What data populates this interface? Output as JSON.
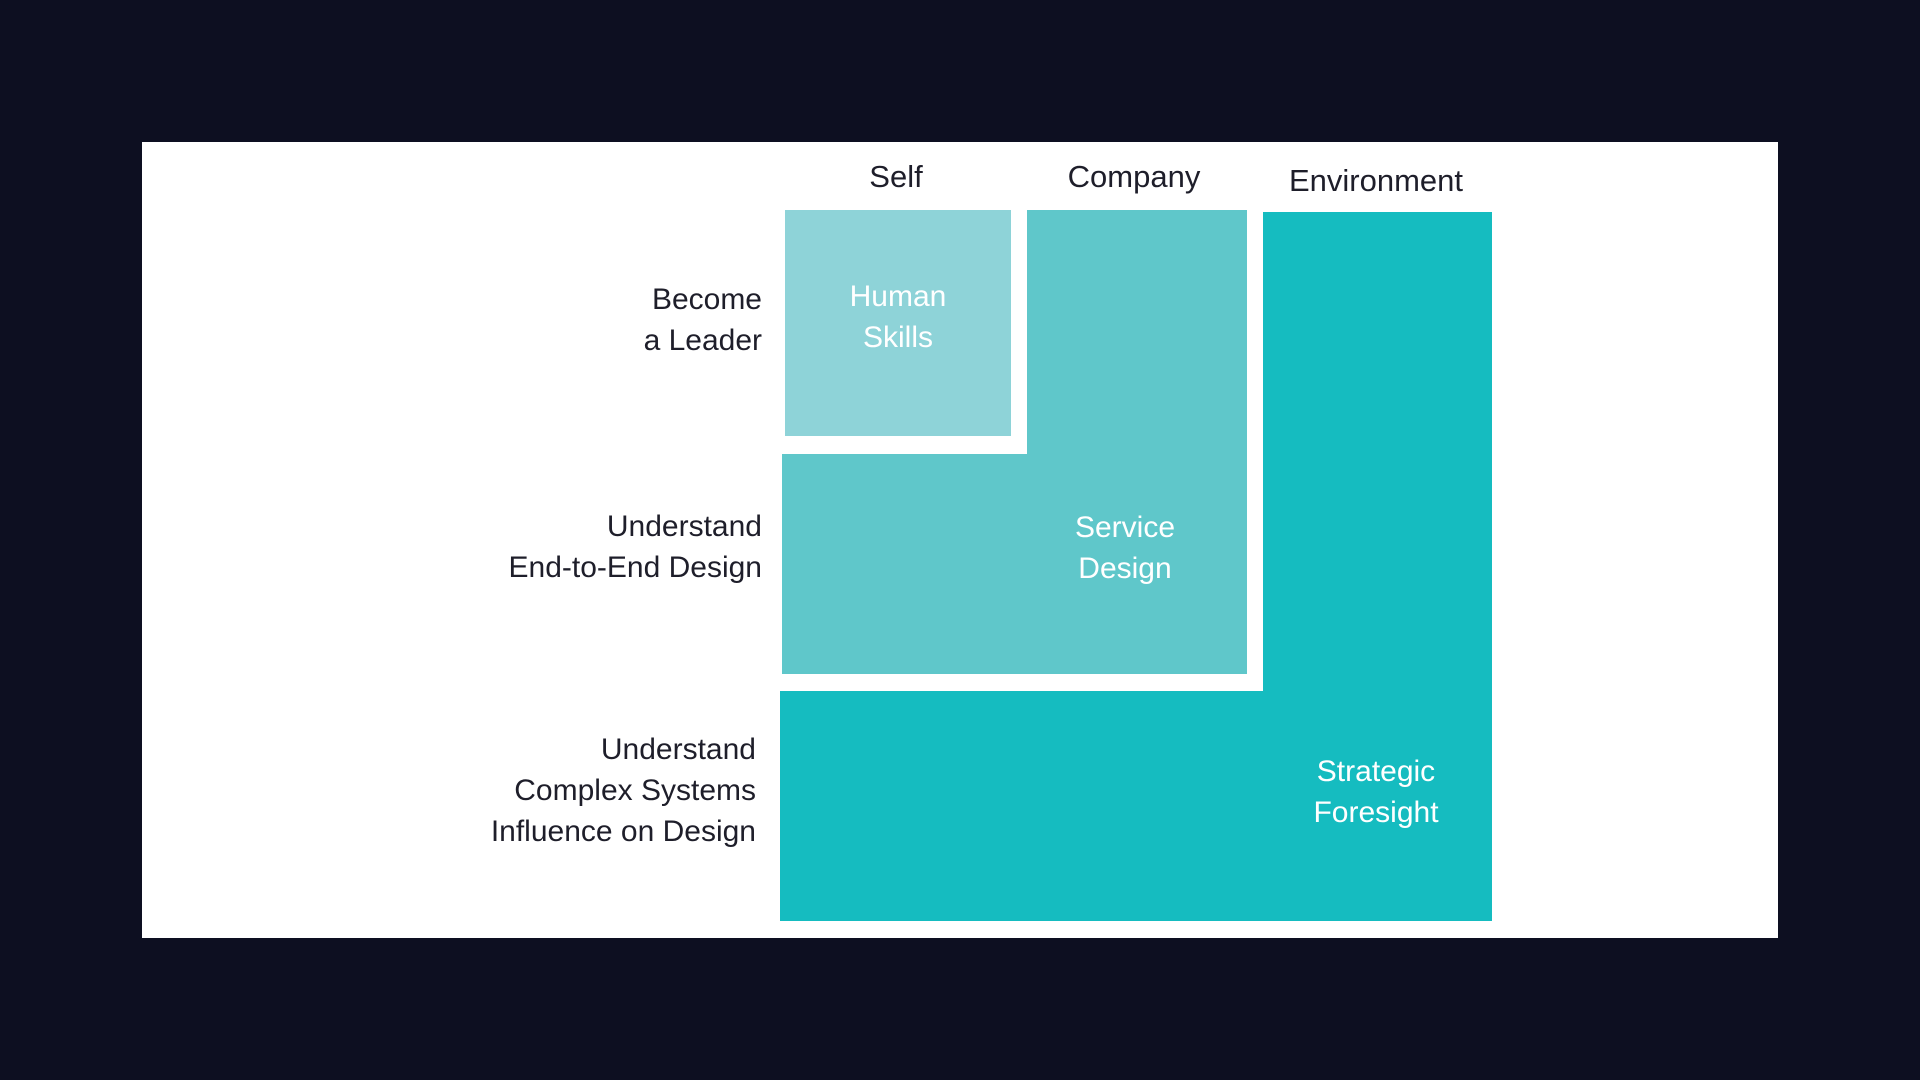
{
  "colors": {
    "backdrop": "#0d0f21",
    "panel": "#ffffff",
    "self_box": "#8ed3d8",
    "company_box": "#5fc7ca",
    "environment_box": "#15bcc0",
    "box_text": "#ffffff",
    "label_text": "#1e1e2a"
  },
  "columns": [
    "Self",
    "Company",
    "Environment"
  ],
  "rows": [
    {
      "lines": [
        "Become",
        "a Leader"
      ]
    },
    {
      "lines": [
        "Understand",
        "End-to-End Design"
      ]
    },
    {
      "lines": [
        "Understand",
        "Complex Systems",
        "Influence on Design"
      ]
    }
  ],
  "boxes": {
    "human_skills": [
      "Human",
      "Skills"
    ],
    "service_design": [
      "Service",
      "Design"
    ],
    "strategic_foresight": [
      "Strategic",
      "Foresight"
    ]
  }
}
